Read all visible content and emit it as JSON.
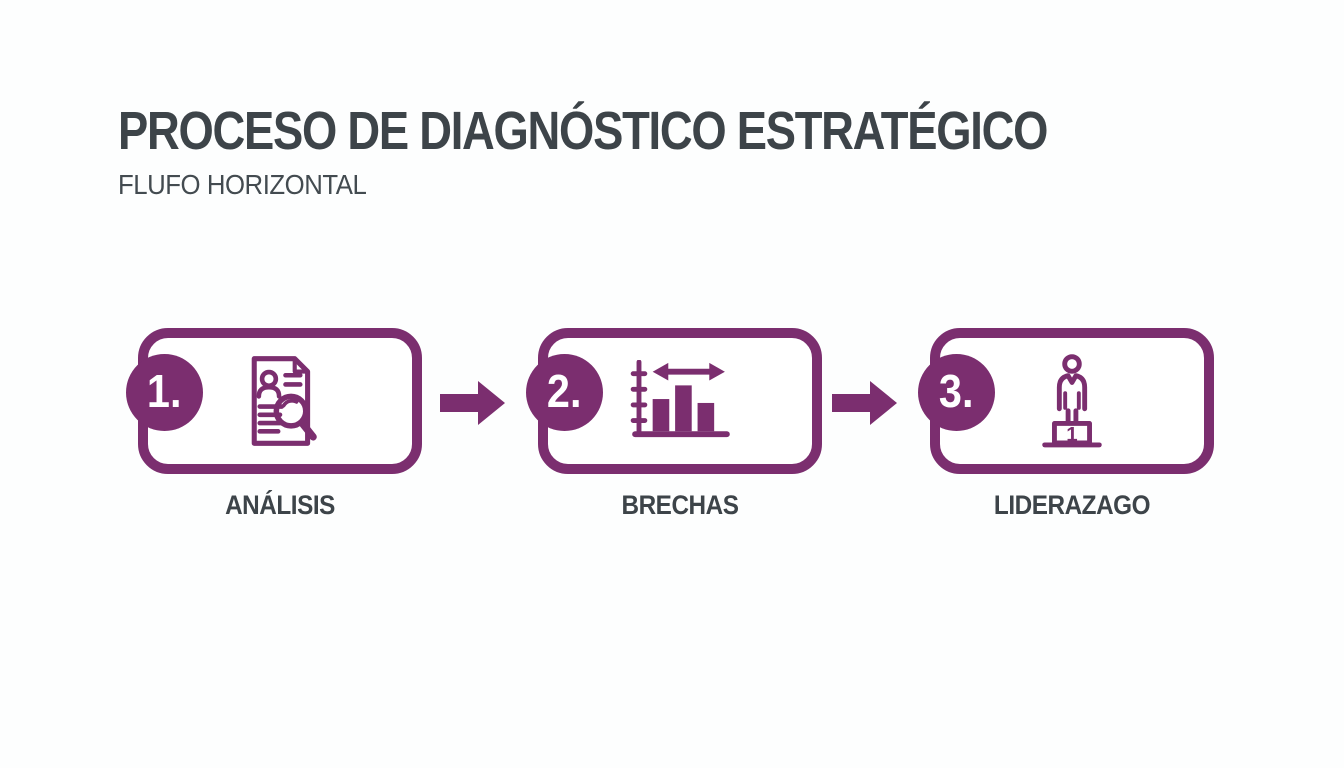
{
  "header": {
    "title": "PROCESO DE DIAGNÓSTICO ESTRATÉGICO",
    "subtitle": "FLUFO HORIZONTAL"
  },
  "flow": {
    "connector": "arrow-right",
    "steps": [
      {
        "number": "1.",
        "label": "ANÁLISIS",
        "icon": "resume-magnifier-icon"
      },
      {
        "number": "2.",
        "label": "BRECHAS",
        "icon": "gap-bar-chart-icon"
      },
      {
        "number": "3.",
        "label": "LIDERAZAGO",
        "icon": "winner-podium-icon",
        "podium_rank": "1"
      }
    ]
  },
  "colors": {
    "accent": "#7b2e6f",
    "heading_text": "#3d4449",
    "subtitle_text": "#434b50",
    "badge_text": "#ffffff",
    "background": "#fdfefe"
  }
}
